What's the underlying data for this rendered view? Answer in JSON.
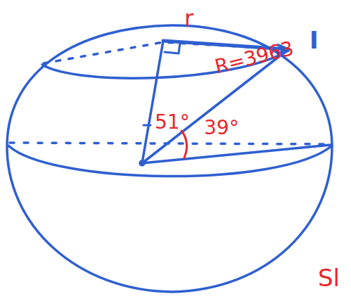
{
  "diagram": {
    "labels": [
      "r",
      "I",
      "R=3963",
      "51°",
      "39°",
      "Sl"
    ]
  }
}
